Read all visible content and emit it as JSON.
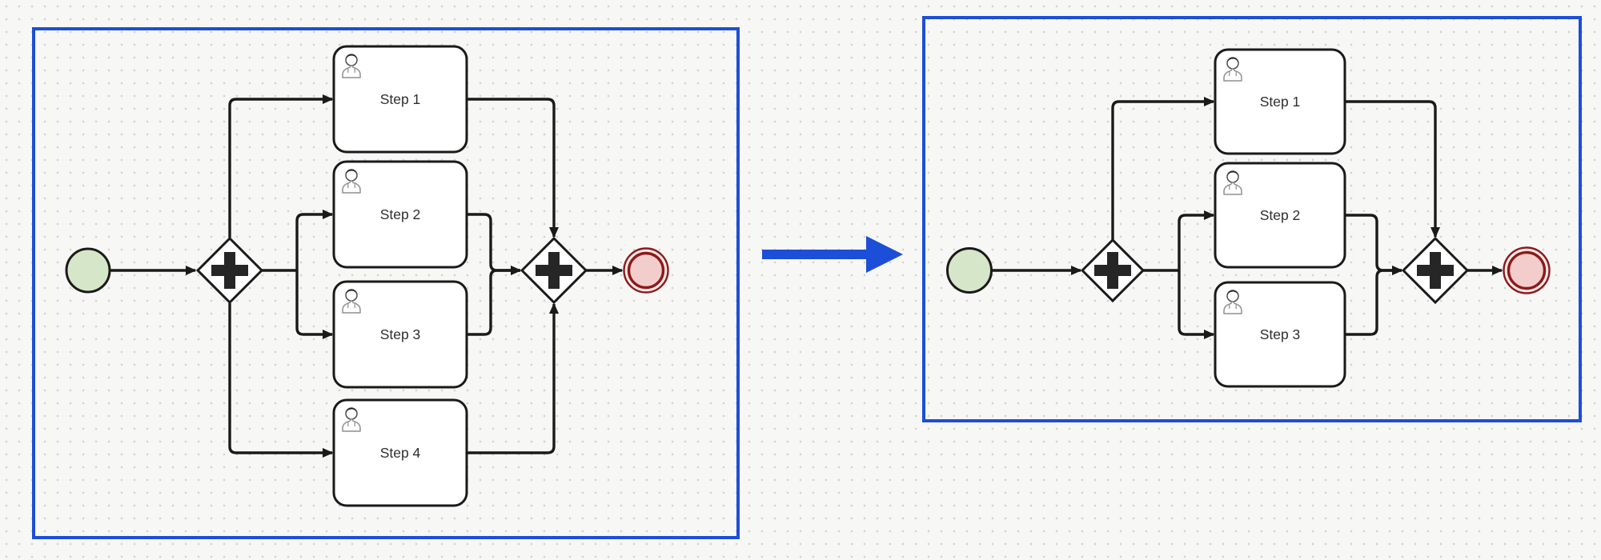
{
  "description": "BPMN process refactoring illustration: a four-branch parallel process (before) transformed into a three-branch parallel process (after)",
  "colors": {
    "accent_blue": "#1d4ed8",
    "line_black": "#1a1a1a",
    "task_fill": "#ffffff",
    "gateway_fill": "#ffffff",
    "plus_color": "#262626",
    "start_fill": "#d6e6c9",
    "start_stroke": "#3c5a24",
    "end_fill": "#f2cdcc",
    "end_halo": "#f9eae9",
    "end_stroke": "#8c1a1a"
  },
  "icons": {
    "task_icon": "user",
    "gateway_icon": "plus",
    "transform_icon": "arrow-right"
  },
  "before": {
    "type": "bpmn-process",
    "start": "start-event",
    "split": "parallel-gateway",
    "join": "parallel-gateway",
    "end": "end-event",
    "parallel_branches": 4,
    "tasks": [
      {
        "label": "Step 1"
      },
      {
        "label": "Step 2"
      },
      {
        "label": "Step 3"
      },
      {
        "label": "Step 4"
      }
    ]
  },
  "after": {
    "type": "bpmn-process",
    "start": "start-event",
    "split": "parallel-gateway",
    "join": "parallel-gateway",
    "end": "end-event",
    "parallel_branches": 3,
    "tasks": [
      {
        "label": "Step 1"
      },
      {
        "label": "Step 2"
      },
      {
        "label": "Step 3"
      }
    ]
  }
}
